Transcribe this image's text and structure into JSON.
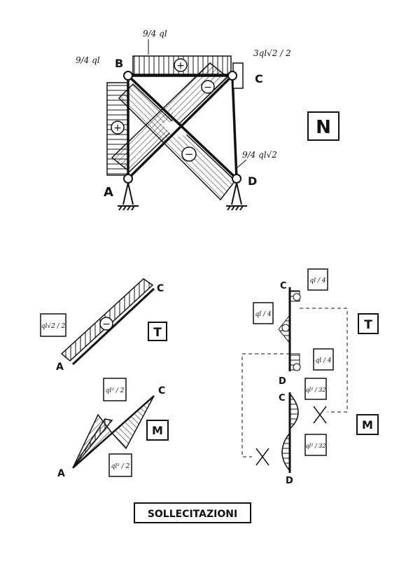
{
  "nodes": {
    "A": "A",
    "B": "B",
    "C": "C",
    "D": "D"
  },
  "signs": {
    "plus": "+",
    "minus": "−"
  },
  "frame_n": {
    "diagram_label": "N",
    "top_load": "9/4 ql",
    "left_load": "9/4 ql",
    "right_top": "3ql√2 / 2",
    "right_bottom": "9/4 ql√2"
  },
  "shear": {
    "label": "T",
    "inclined_value": "ql√2 / 2",
    "vert_top": "ql / 4",
    "vert_mid": "ql / 4",
    "vert_bot": "ql / 4"
  },
  "moment": {
    "label": "M",
    "inclined_top": "ql² / 2",
    "inclined_bottom": "ql² / 2",
    "vert_top": "ql² / 32",
    "vert_bottom": "ql² / 32"
  },
  "caption": "SOLLECITAZIONI",
  "colors": {
    "ink": "#111111",
    "paper": "#ffffff"
  }
}
